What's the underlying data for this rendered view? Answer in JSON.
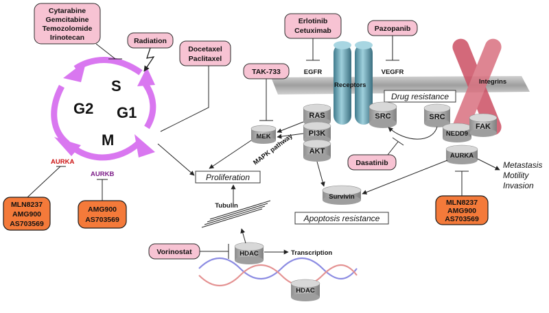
{
  "cell_cycle": {
    "phases": {
      "s": "S",
      "g2": "G2",
      "g1": "G1",
      "m": "M"
    },
    "aurka": "AURKA",
    "aurkb": "AURKB",
    "arrow_color": "#d977f0",
    "aurka_color": "#cc1111",
    "aurkb_color": "#7a1a86"
  },
  "drugs": {
    "chemo": [
      "Cytarabine",
      "Gemcitabine",
      "Temozolomide",
      "Irinotecan"
    ],
    "radiation": "Radiation",
    "taxanes": [
      "Docetaxel",
      "Paclitaxel"
    ],
    "tak": "TAK-733",
    "egfr_inhibitors": [
      "Erlotinib",
      "Cetuximab"
    ],
    "pazopanib": "Pazopanib",
    "dasatinib": "Dasatinib",
    "vorinostat": "Vorinostat",
    "aurka_left": [
      "MLN8237",
      "AMG900",
      "AS703569"
    ],
    "aurkb": [
      "AMG900",
      "AS703569"
    ],
    "aurka_right": [
      "MLN8237",
      "AMG900",
      "AS703569"
    ]
  },
  "membrane": {
    "egfr": "EGFR",
    "vegfr": "VEGFR",
    "receptors": "Receptors",
    "integrins": "Integrins"
  },
  "nodes": {
    "mek": "MEK",
    "mapk": "MAPK pathway",
    "ras": "RAS",
    "pi3k": "PI3K",
    "akt": "AKT",
    "src_left": "SRC",
    "src_right": "SRC",
    "nedd9": "NEDD9",
    "fak": "FAK",
    "aurka_node": "AURKA",
    "survivin": "Survivin",
    "hdac": "HDAC",
    "hdac_dna": "HDAC"
  },
  "outcomes": {
    "drug_resistance": "Drug resistance",
    "proliferation": "Proliferation",
    "apoptosis_resistance": "Apoptosis resistance",
    "metastasis": [
      "Metastasis",
      "Motility",
      "Invasion"
    ],
    "tubulin": "Tubulin",
    "transcription": "Transcription"
  },
  "colors": {
    "pink_box": "#f7c3d3",
    "orange_box": "#f47a3a",
    "receptor": "#5e98a8",
    "integrin": "#cc4f63",
    "membrane": "#a9a9a9"
  }
}
